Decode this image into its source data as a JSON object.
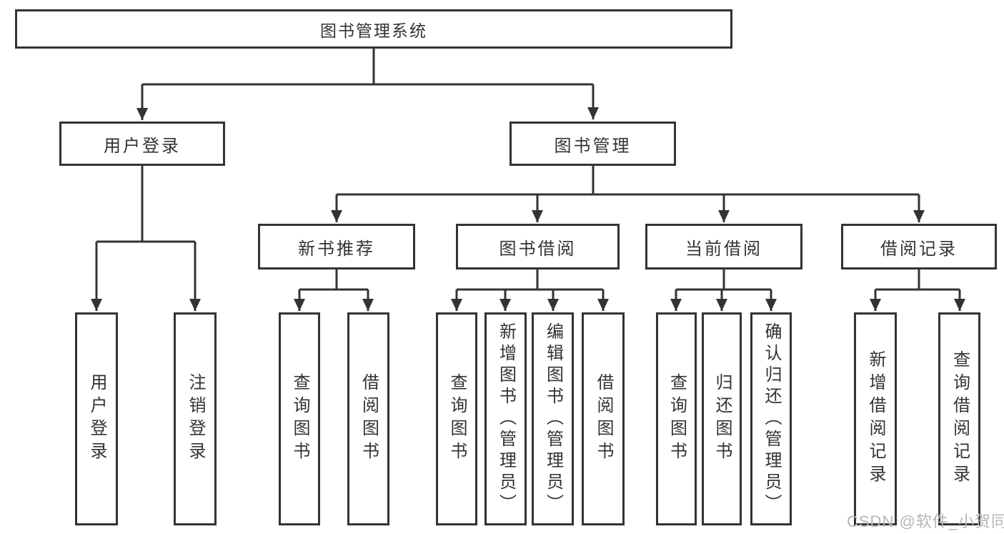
{
  "colors": {
    "line": "#333333",
    "text": "#333333",
    "watermark": "#b5b5b5"
  },
  "nodes": {
    "root": "图书管理系统",
    "level2": [
      {
        "label": "用户登录"
      },
      {
        "label": "图书管理"
      }
    ],
    "level3": [
      {
        "label": "新书推荐"
      },
      {
        "label": "图书借阅"
      },
      {
        "label": "当前借阅"
      },
      {
        "label": "借阅记录"
      }
    ],
    "leaves": {
      "userLogin": [
        "用户登录",
        "注销登录"
      ],
      "newBook": [
        "查询图书",
        "借阅图书"
      ],
      "bookBorrow": [
        "查询图书",
        "新增图书（管理员）",
        "编辑图书（管理员）",
        "借阅图书"
      ],
      "currentBorrow": [
        "查询图书",
        "归还图书",
        "确认归还（管理员）"
      ],
      "records": [
        "新增借阅记录",
        "查询借阅记录"
      ]
    }
  },
  "watermark": {
    "text": "CSDN @软件_小贺同学"
  }
}
